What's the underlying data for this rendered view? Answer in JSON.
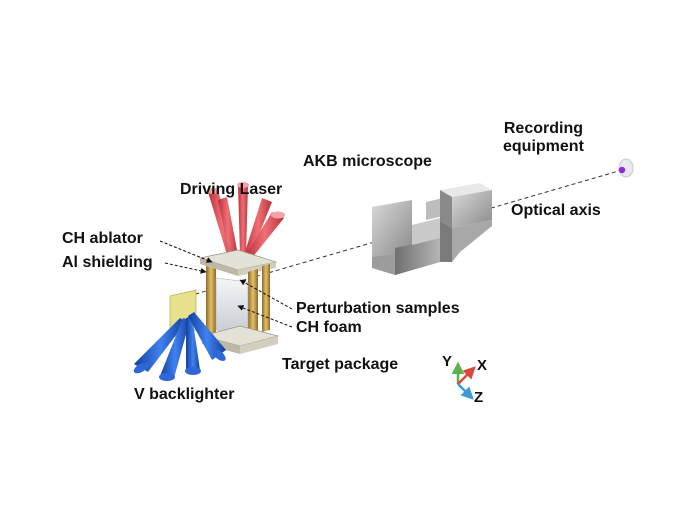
{
  "labels": {
    "recording_equipment": "Recording\nequipment",
    "akb_microscope": "AKB microscope",
    "driving_laser": "Driving Laser",
    "optical_axis": "Optical axis",
    "ch_ablator": "CH ablator",
    "al_shielding": "Al shielding",
    "perturbation_samples": "Perturbation samples",
    "ch_foam": "CH foam",
    "target_package": "Target package",
    "v_backlighter": "V backlighter"
  },
  "axes": {
    "x": "X",
    "y": "Y",
    "z": "Z"
  },
  "colors": {
    "laser_red": "#e0525a",
    "backlighter_blue": "#1f5fd6",
    "gold_frame": "#c9a14a",
    "mirror_gray": "#8d8d8d",
    "axis_x": "#d8483a",
    "axis_y": "#5bb24a",
    "axis_z": "#3a9bd8",
    "detector_dot": "#8a2be2"
  }
}
